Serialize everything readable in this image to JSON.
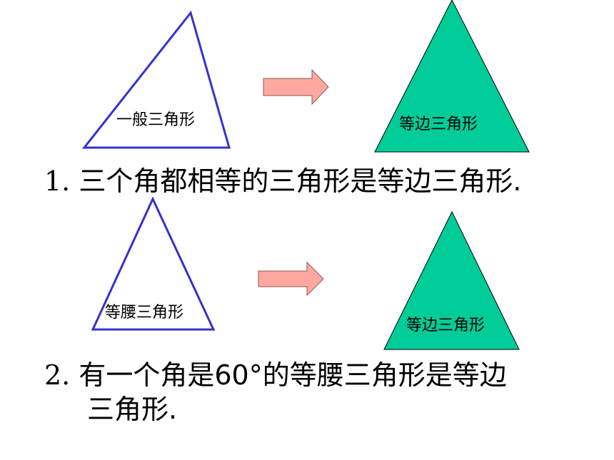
{
  "diagram": {
    "row1": {
      "left_label": "一般三角形",
      "right_label": "等边三角形",
      "statement_number": "1.",
      "statement": "三个角都相等的三角形是等边三角形."
    },
    "row2": {
      "left_label": "等腰三角形",
      "right_label": "等边三角形",
      "statement_number": "2.",
      "statement_line1": "有一个角是60°的等腰三角形是等边",
      "statement_line2": "三角形."
    }
  },
  "colors": {
    "outline_triangle": "#3333cc",
    "filled_triangle": "#00cc99",
    "arrow_fill": "#ffa8a0",
    "arrow_stroke": "#8a5a55"
  }
}
